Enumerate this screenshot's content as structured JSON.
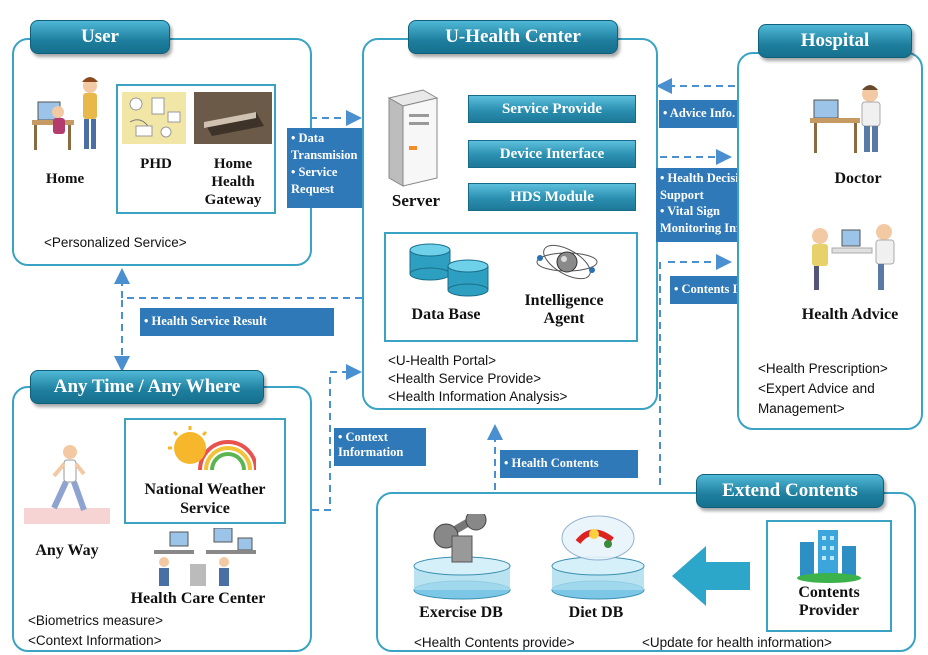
{
  "panels": {
    "user": {
      "title": "User",
      "home_label": "Home",
      "phd_label": "PHD",
      "gateway_label": "Home Health Gateway",
      "note": "<Personalized Service>"
    },
    "center": {
      "title": "U-Health Center",
      "server_label": "Server",
      "buttons": [
        "Service Provide",
        "Device Interface",
        "HDS Module"
      ],
      "database_label": "Data Base",
      "agent_label": "Intelligence Agent",
      "notes": [
        "<U-Health Portal>",
        "<Health Service  Provide>",
        "<Health Information Analysis>"
      ]
    },
    "hospital": {
      "title": "Hospital",
      "doctor_label": "Doctor",
      "advice_label": "Health Advice",
      "notes": [
        "<Health Prescription>",
        "<Expert Advice and",
        "Management>"
      ]
    },
    "anytime": {
      "title": "Any Time / Any Where",
      "nws_label": "National Weather Service",
      "anyway_label": "Any Way",
      "hcc_label": "Health Care Center",
      "notes": [
        "<Biometrics measure>",
        "<Context Information>"
      ]
    },
    "extend": {
      "title": "Extend Contents",
      "exercise_label": "Exercise DB",
      "diet_label": "Diet DB",
      "provider_label": "Contents Provider",
      "notes": [
        "<Health Contents provide>",
        "<Update for health information>"
      ]
    }
  },
  "flows": {
    "data_tx": [
      "• Data",
      "Transmision",
      "• Service",
      "Request"
    ],
    "advice_info": "• Advice Info.",
    "hds_support": [
      "• Health Decision",
      "Support",
      "• Vital Sign",
      "Monitoring Info."
    ],
    "contents_info": "• Contents Info.",
    "health_service_result": "• Health Service Result",
    "context_info": [
      "• Context",
      "Information"
    ],
    "health_contents": "• Health Contents"
  },
  "colors": {
    "panel_border": "#3aa3c4",
    "tab_fill": "#1f7f9f",
    "flow_label": "#2f79b8",
    "arrow": "#4a8fcf"
  }
}
